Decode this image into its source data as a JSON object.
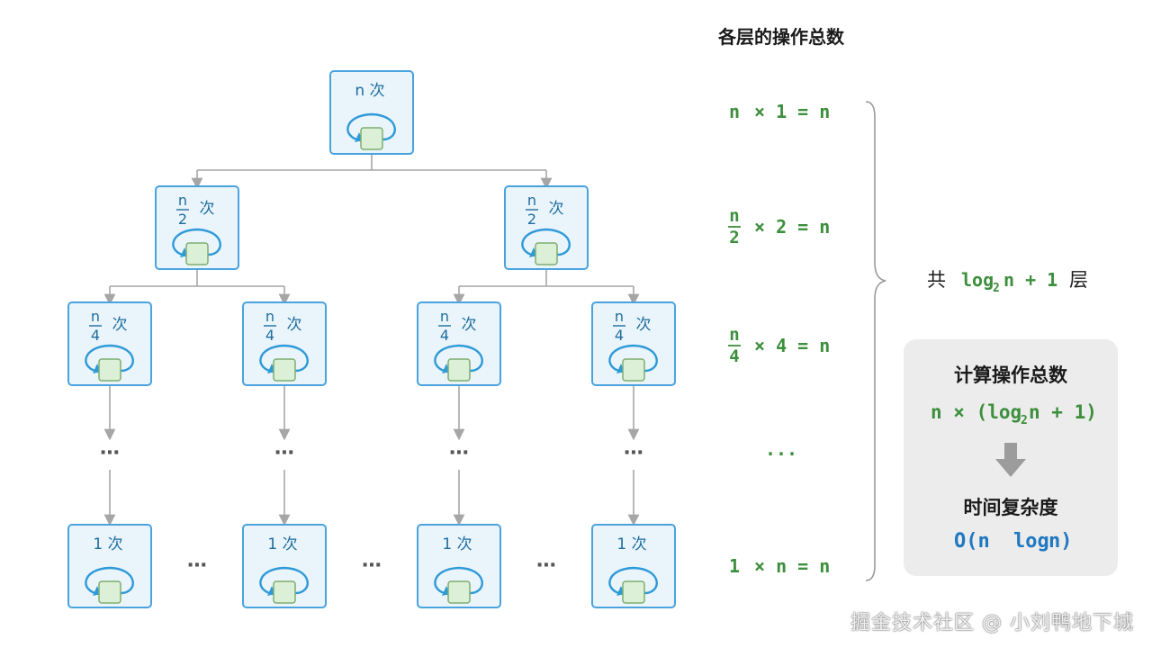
{
  "header": {
    "title": "各层的操作总数"
  },
  "tree": {
    "suffix": "次",
    "root": {
      "num": "n",
      "den": ""
    },
    "level1": {
      "num": "n",
      "den": "2"
    },
    "level2": {
      "num": "n",
      "den": "4"
    },
    "leaf": {
      "num": "1",
      "den": ""
    },
    "ellipsis": "⋯"
  },
  "level_ops": [
    {
      "num": "n",
      "den": "",
      "rest": "× 1 = n"
    },
    {
      "num": "n",
      "den": "2",
      "rest": "× 2 = n"
    },
    {
      "num": "n",
      "den": "4",
      "rest": "× 4 = n"
    },
    {
      "num": "",
      "den": "",
      "rest": "..."
    },
    {
      "num": "1",
      "den": "",
      "rest": "× n = n"
    }
  ],
  "levels_total": {
    "prefix": "共",
    "log": "log",
    "sub": "2",
    "after": "n + 1",
    "suffix": "层"
  },
  "summary": {
    "title": "计算操作总数",
    "expr_pre": "n × (log",
    "expr_sub": "2",
    "expr_post": "n + 1)",
    "complexity_title": "时间复杂度",
    "complexity_pre": "O(n ",
    "complexity_log": "log",
    "complexity_post": " n)"
  },
  "watermark": "掘金技术社区 @ 小刘鸭地下城",
  "colors": {
    "node_border": "#4aa3df",
    "node_fill": "#e9f4fb",
    "loop": "#2e9ad8",
    "square_fill": "#dcefd7",
    "square_border": "#7fae6f",
    "connector": "#a6a6a6",
    "node_text": "#1f6e9e",
    "green_text": "#3d8f3d",
    "summary_bg": "#ececec",
    "complexity_text": "#1f78c1",
    "arrow": "#9c9c9c"
  }
}
